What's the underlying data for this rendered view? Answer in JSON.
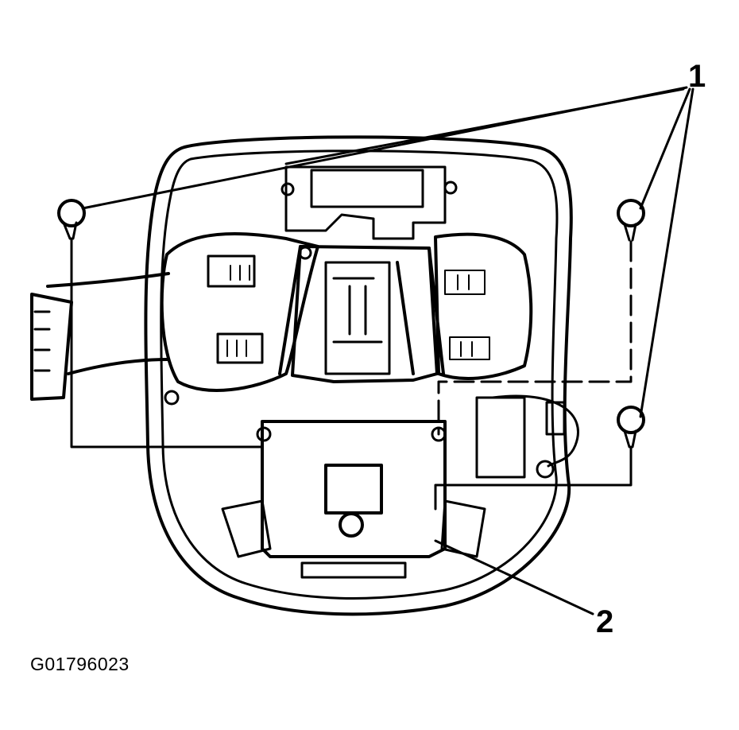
{
  "figure": {
    "id_code": "G01796023",
    "callouts": [
      {
        "number": "1"
      },
      {
        "number": "2"
      }
    ]
  },
  "colors": {
    "ink": "#000000",
    "paper": "#ffffff"
  }
}
